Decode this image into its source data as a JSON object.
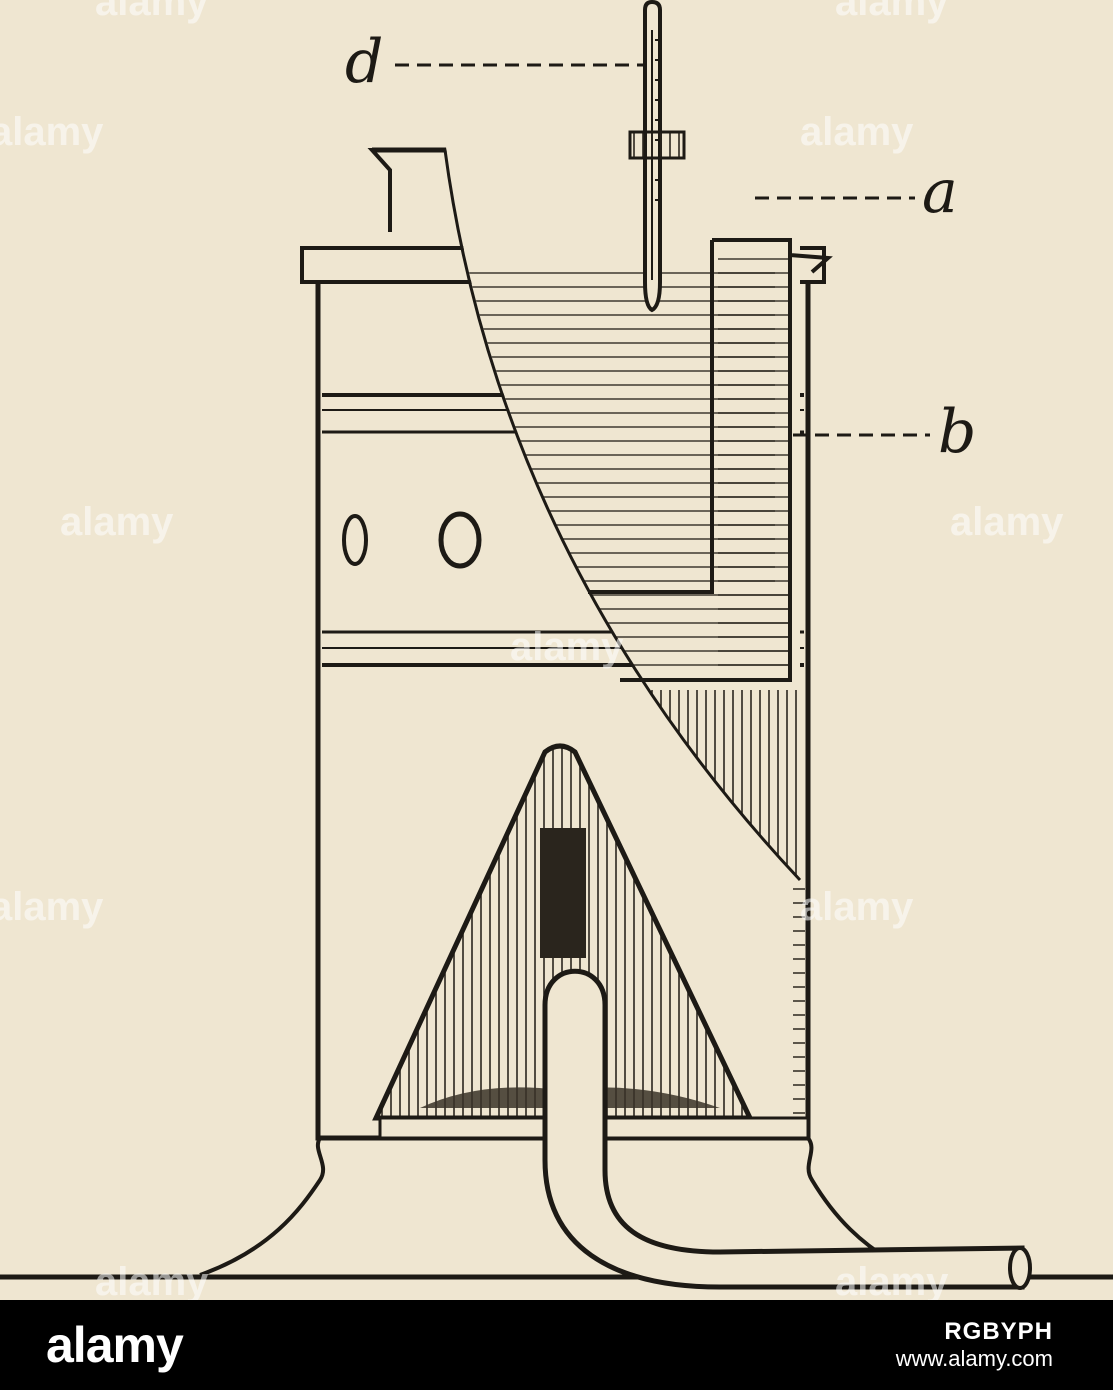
{
  "figure": {
    "labels": [
      "a",
      "b",
      "d"
    ]
  },
  "watermark": "alamy",
  "footer": {
    "logo": "alamy",
    "image_id": "RGBYPH",
    "url": "www.alamy.com"
  }
}
